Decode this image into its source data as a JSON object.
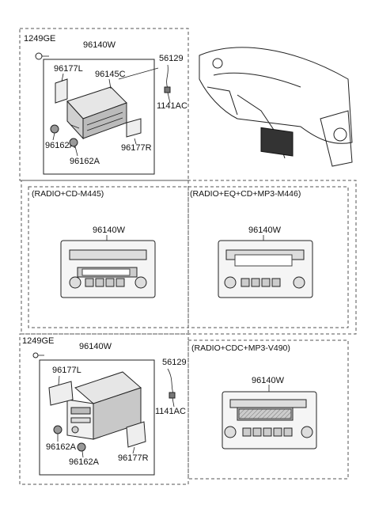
{
  "sections": {
    "top": {
      "labels": {
        "bolt": "1249GE",
        "assembly": "96140W",
        "bracket_left": "96177L",
        "cover": "96145C",
        "cable": "56129",
        "screw": "1141AC",
        "knob_a": "96162A",
        "bracket_right": "96177R",
        "knob_b": "96162A"
      }
    },
    "variants": [
      {
        "title": "(RADIO+CD-M445)",
        "part": "96140W"
      },
      {
        "title": "(RADIO+EQ+CD+MP3-M446)",
        "part": "96140W"
      },
      {
        "title": "(RADIO+CDC+MP3-V490)",
        "part": "96140W"
      }
    ],
    "bottom": {
      "labels": {
        "bolt": "1249GE",
        "assembly": "96140W",
        "bracket_left": "96177L",
        "cable": "56129",
        "screw": "1141AC",
        "knob_a": "96162A",
        "knob_b": "96162A",
        "bracket_right": "96177R"
      }
    }
  }
}
